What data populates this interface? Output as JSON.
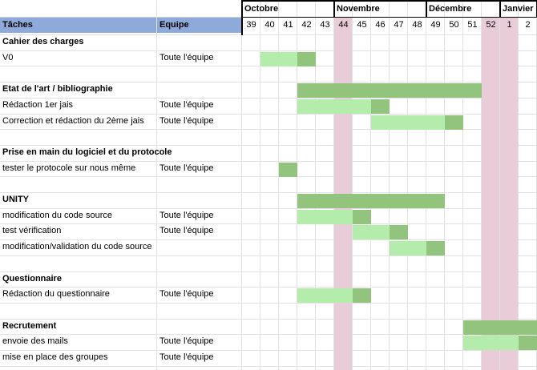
{
  "header": {
    "tasks_label": "Tâches",
    "team_label": "Equipe"
  },
  "months": [
    "Octobre",
    "Novembre",
    "Décembre",
    "Janvier"
  ],
  "weeks": [
    "39",
    "40",
    "41",
    "42",
    "43",
    "44",
    "45",
    "46",
    "47",
    "48",
    "49",
    "50",
    "51",
    "52",
    "1",
    "2"
  ],
  "highlighted_weeks": [
    "44",
    "52",
    "1"
  ],
  "rows": [
    {
      "task": "Cahier des charges",
      "team": "",
      "type": "section"
    },
    {
      "task": "V0",
      "team": "Toute l'équipe",
      "type": "task"
    },
    {
      "task": "",
      "team": "",
      "type": "blank"
    },
    {
      "task": "Etat de l'art / bibliographie",
      "team": "",
      "type": "section"
    },
    {
      "task": "Rédaction 1er jais",
      "team": "Toute l'équipe",
      "type": "task"
    },
    {
      "task": "Correction et rédaction du 2ème jais",
      "team": "Toute l'équipe",
      "type": "task"
    },
    {
      "task": "",
      "team": "",
      "type": "blank"
    },
    {
      "task": "Prise en main du logiciel et du protocole",
      "team": "",
      "type": "section"
    },
    {
      "task": "tester le protocole sur nous même",
      "team": "Toute l'équipe",
      "type": "task"
    },
    {
      "task": "",
      "team": "",
      "type": "blank"
    },
    {
      "task": "UNITY",
      "team": "",
      "type": "section"
    },
    {
      "task": "modification du code source",
      "team": "Toute l'équipe",
      "type": "task"
    },
    {
      "task": "test vérification",
      "team": "Toute l'équipe",
      "type": "task"
    },
    {
      "task": "modification/validation du code source",
      "team": "",
      "type": "task"
    },
    {
      "task": "",
      "team": "",
      "type": "blank"
    },
    {
      "task": "Questionnaire",
      "team": "",
      "type": "section"
    },
    {
      "task": "Rédaction du questionnaire",
      "team": "Toute l'équipe",
      "type": "task"
    },
    {
      "task": "",
      "team": "",
      "type": "blank"
    },
    {
      "task": "Recrutement",
      "team": "",
      "type": "section"
    },
    {
      "task": "envoie des mails",
      "team": "Toute l'équipe",
      "type": "task"
    },
    {
      "task": "mise en place des groupes",
      "team": "Toute l'équipe",
      "type": "task"
    }
  ],
  "bars": [
    {
      "row": 1,
      "start": "40",
      "end": "41",
      "color": "#b4ecab"
    },
    {
      "row": 1,
      "start": "42",
      "end": "42",
      "color": "#93c47d"
    },
    {
      "row": 3,
      "start": "42",
      "end": "51",
      "color": "#93c47d"
    },
    {
      "row": 4,
      "start": "42",
      "end": "45",
      "color": "#b4ecab"
    },
    {
      "row": 4,
      "start": "46",
      "end": "46",
      "color": "#93c47d"
    },
    {
      "row": 5,
      "start": "46",
      "end": "49",
      "color": "#b4ecab"
    },
    {
      "row": 5,
      "start": "50",
      "end": "50",
      "color": "#93c47d"
    },
    {
      "row": 8,
      "start": "41",
      "end": "41",
      "color": "#93c47d"
    },
    {
      "row": 10,
      "start": "42",
      "end": "49",
      "color": "#93c47d"
    },
    {
      "row": 11,
      "start": "42",
      "end": "44",
      "color": "#b4ecab"
    },
    {
      "row": 11,
      "start": "45",
      "end": "45",
      "color": "#93c47d"
    },
    {
      "row": 12,
      "start": "45",
      "end": "46",
      "color": "#b4ecab"
    },
    {
      "row": 12,
      "start": "47",
      "end": "47",
      "color": "#93c47d"
    },
    {
      "row": 13,
      "start": "47",
      "end": "48",
      "color": "#b4ecab"
    },
    {
      "row": 13,
      "start": "49",
      "end": "49",
      "color": "#93c47d"
    },
    {
      "row": 16,
      "start": "42",
      "end": "44",
      "color": "#b4ecab"
    },
    {
      "row": 16,
      "start": "45",
      "end": "45",
      "color": "#93c47d"
    },
    {
      "row": 18,
      "start": "51",
      "end": "2",
      "color": "#93c47d"
    },
    {
      "row": 19,
      "start": "51",
      "end": "1",
      "color": "#b4ecab"
    },
    {
      "row": 19,
      "start": "2",
      "end": "2",
      "color": "#93c47d"
    }
  ],
  "colors": {
    "header_fill": "#8eaadb",
    "highlight_week": "#e8cdd8",
    "bar_light": "#b4ecab",
    "bar_dark": "#93c47d"
  }
}
